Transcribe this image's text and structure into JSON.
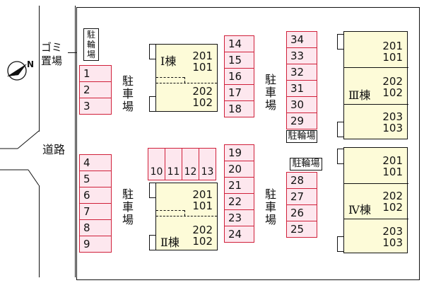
{
  "map": {
    "compass_letter": "N",
    "road_label": "道路",
    "garbage_label": "ゴミ置場",
    "bike_parking_label_topleft": "駐輪場",
    "bike_parking_label": "駐輪場",
    "parking_label": "駐車場",
    "buildings": {
      "I": {
        "name": "Ⅰ棟",
        "units_top": [
          "201",
          "101"
        ],
        "units_bottom": [
          "202",
          "102"
        ]
      },
      "II": {
        "name": "Ⅱ棟",
        "units_top": [
          "201",
          "101"
        ],
        "units_bottom": [
          "202",
          "102"
        ]
      },
      "III": {
        "name": "Ⅲ棟",
        "units_1": [
          "201",
          "101"
        ],
        "units_2": [
          "202",
          "102"
        ],
        "units_3": [
          "203",
          "103"
        ]
      },
      "IV": {
        "name": "Ⅳ棟",
        "units_1": [
          "201",
          "101"
        ],
        "units_2": [
          "202",
          "102"
        ],
        "units_3": [
          "203",
          "103"
        ]
      }
    },
    "spaces_left_top": [
      "1",
      "2",
      "3"
    ],
    "spaces_left_bottom": [
      "4",
      "5",
      "6",
      "7",
      "8",
      "9"
    ],
    "spaces_horizontal": [
      "10",
      "11",
      "12",
      "13"
    ],
    "spaces_mid_top": [
      "14",
      "15",
      "16",
      "17",
      "18"
    ],
    "spaces_mid_bottom": [
      "19",
      "20",
      "21",
      "22",
      "23",
      "24"
    ],
    "spaces_right_top": [
      "34",
      "33",
      "32",
      "31",
      "30",
      "29"
    ],
    "spaces_right_bottom": [
      "28",
      "27",
      "26",
      "25"
    ],
    "colors": {
      "space_fill": "#fde7ee",
      "space_border": "#d0203a",
      "building_fill": "#fdfbd8"
    }
  }
}
